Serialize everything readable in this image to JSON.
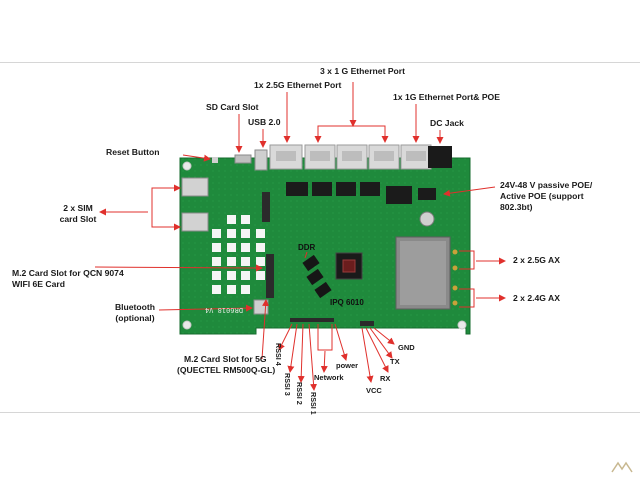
{
  "labels": {
    "ethernet_3x1g": "3 x 1 G Ethernet Port",
    "ethernet_2_5g": "1x 2.5G Ethernet Port",
    "ethernet_1g_poe": "1x 1G Ethernet Port& POE",
    "sd_card": "SD Card Slot",
    "usb": "USB 2.0",
    "dc_jack": "DC Jack",
    "reset": "Reset Button",
    "poe_line1": "24V-48 V passive POE/",
    "poe_line2": "Active POE (support",
    "poe_line3": "802.3bt)",
    "sim_line1": "2 x SIM",
    "sim_line2": "card Slot",
    "m2_qcn_line1": "M.2 Card Slot for QCN 9074",
    "m2_qcn_line2": "WIFI 6E Card",
    "bt_line1": "Bluetooth",
    "bt_line2": "(optional)",
    "m2_5g_line1": "M.2 Card Slot for 5G",
    "m2_5g_line2": "(QUECTEL RM500Q-GL)",
    "ddr": "DDR",
    "ipq": "IPQ 6010",
    "ax_2_5g": "2 x 2.5G AX",
    "ax_2_4g": "2 x 2.4G AX",
    "gnd": "GND",
    "tx": "TX",
    "rx": "RX",
    "vcc": "VCC",
    "power": "power",
    "network": "Network",
    "rssi4": "RSSI 4",
    "rssi3": "RSSI 3",
    "rssi2": "RSSI 2",
    "rssi1": "RSSI 1",
    "board_silk": "DR6018 V4"
  },
  "colors": {
    "arrow": "#e0302c",
    "pcb": "#1f8a3c",
    "text": "#1a1a1a"
  },
  "icons": {
    "watermark": "company-logo-icon"
  }
}
